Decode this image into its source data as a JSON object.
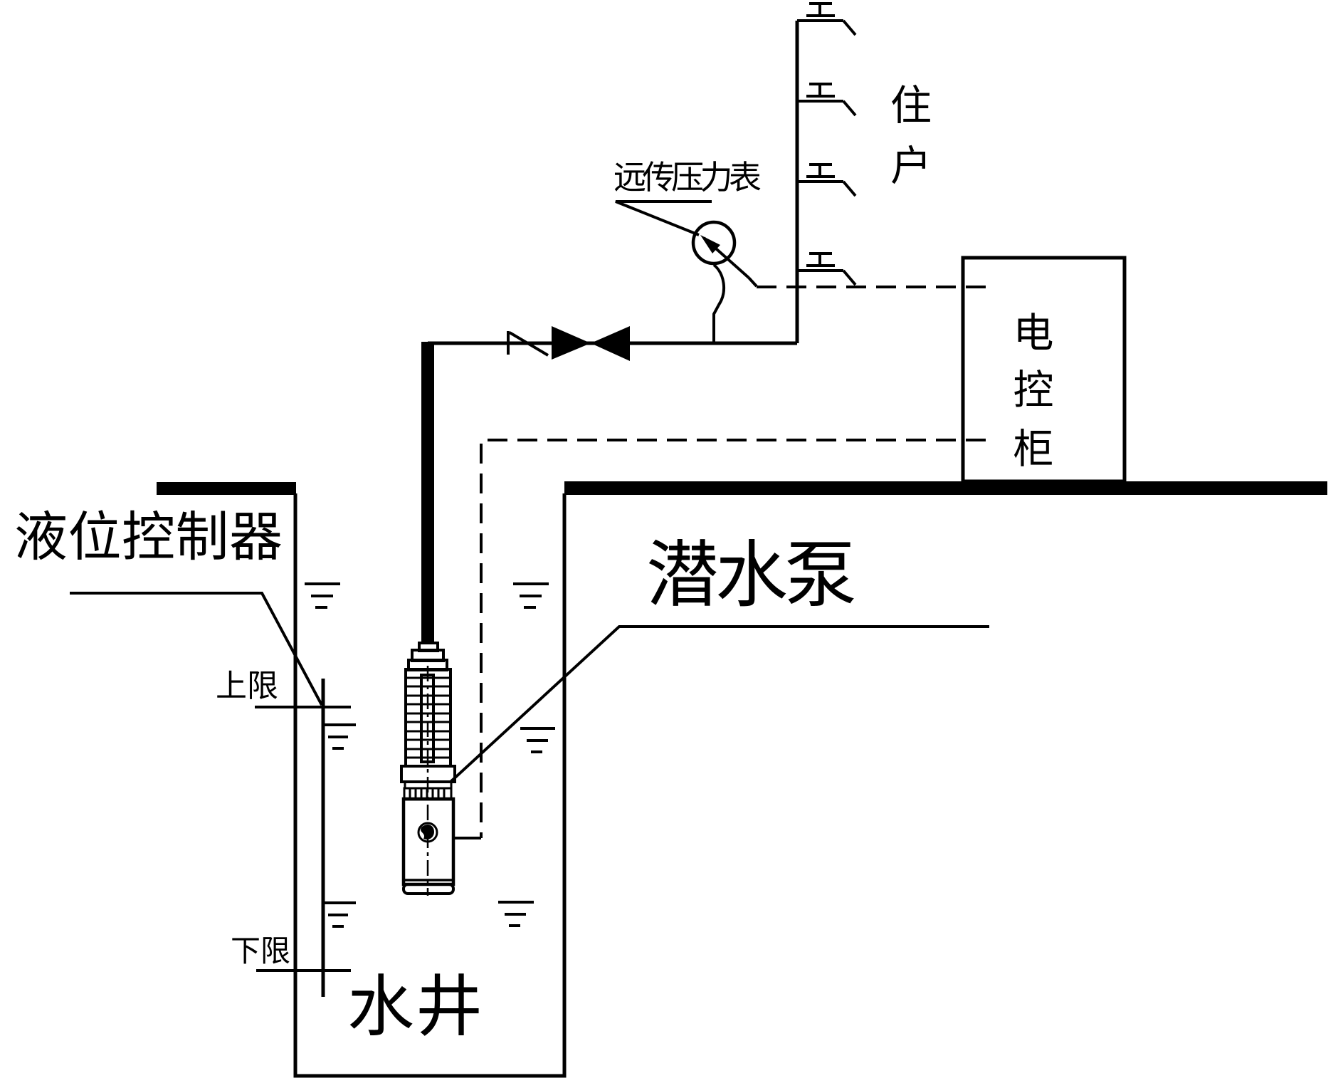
{
  "diagram": {
    "type": "well-pump-water-supply-schematic",
    "colors": {
      "line": "#000000",
      "background": "#ffffff"
    },
    "labels": {
      "residents": "住户",
      "residents_chars": [
        "住",
        "户"
      ],
      "remote_pressure_gauge": "远传压力表",
      "cabinet": "电控柜",
      "cabinet_chars": [
        "电",
        "控",
        "柜"
      ],
      "level_controller": "液位控制器",
      "upper_limit": "上限",
      "lower_limit": "下限",
      "submersible_pump": "潜水泵",
      "well": "水井"
    },
    "counts": {
      "faucets": 4,
      "water_level_symbols": 6,
      "control_signal_lines": 2
    },
    "icons": [
      "faucet-icon",
      "gate-valve-icon",
      "check-break-icon",
      "pressure-gauge-icon",
      "water-level-icon",
      "ground-line-icon",
      "submersible-pump-icon",
      "control-cabinet-box"
    ]
  }
}
